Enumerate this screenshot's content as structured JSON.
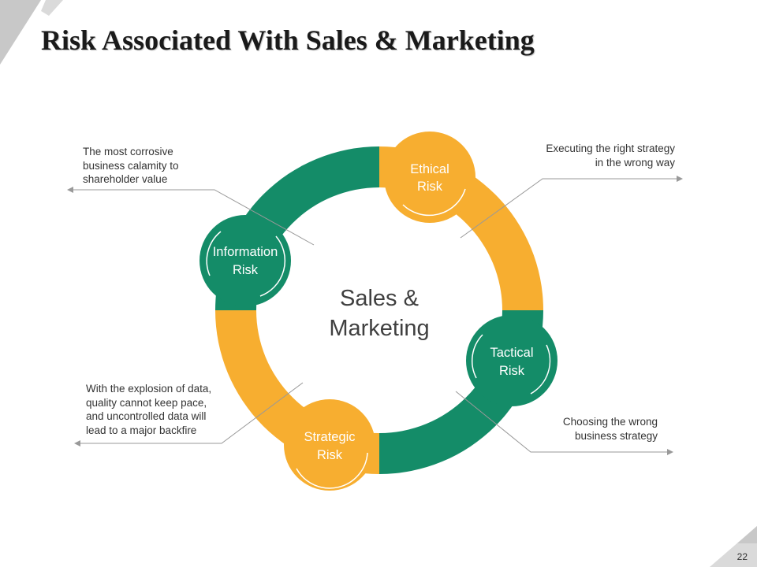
{
  "title": "Risk Associated With Sales & Marketing",
  "center": {
    "line1": "Sales &",
    "line2": "Marketing"
  },
  "nodes": [
    {
      "id": "ethical",
      "line1": "Ethical",
      "line2": "Risk"
    },
    {
      "id": "tactical",
      "line1": "Tactical",
      "line2": "Risk"
    },
    {
      "id": "strategic",
      "line1": "Strategic",
      "line2": "Risk"
    },
    {
      "id": "information",
      "line1": "Information",
      "line2": "Risk"
    }
  ],
  "descriptions": {
    "information": [
      "The most corrosive",
      "business calamity to",
      "shareholder value"
    ],
    "ethical": [
      "Executing the right strategy",
      "in the wrong way"
    ],
    "strategic": [
      "With the explosion of data,",
      "quality cannot keep pace,",
      "and uncontrolled data will",
      "lead to a major backfire"
    ],
    "tactical": [
      "Choosing the wrong",
      "business strategy"
    ]
  },
  "page_number": "22",
  "colors": {
    "green": "#148C68",
    "orange": "#F7AE30",
    "line": "#999999",
    "corner_gray": "#C8C8C8"
  }
}
